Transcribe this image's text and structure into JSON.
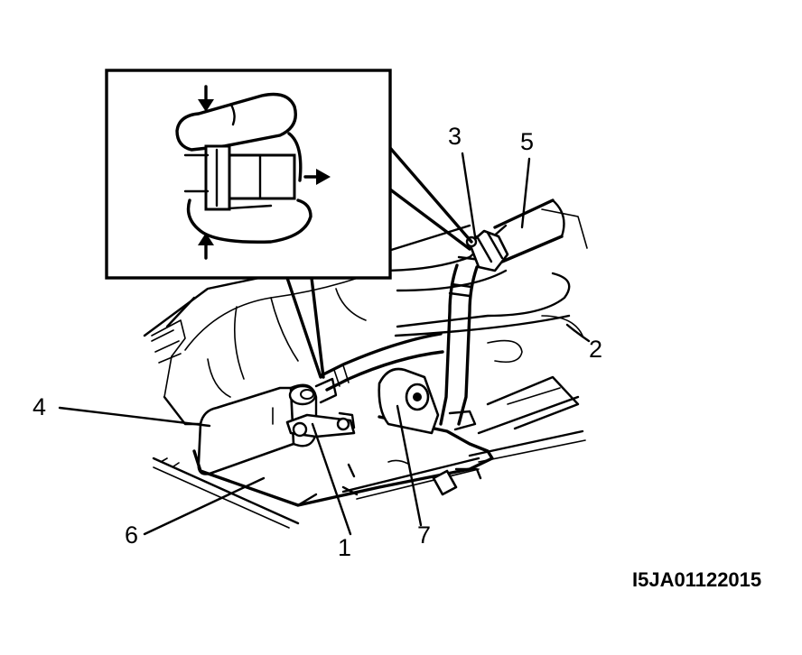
{
  "figure": {
    "code": "I5JA01122015",
    "callouts": [
      {
        "id": "1",
        "label": "1"
      },
      {
        "id": "2",
        "label": "2"
      },
      {
        "id": "3",
        "label": "3"
      },
      {
        "id": "4",
        "label": "4"
      },
      {
        "id": "5",
        "label": "5"
      },
      {
        "id": "6",
        "label": "6"
      },
      {
        "id": "7",
        "label": "7"
      }
    ]
  }
}
